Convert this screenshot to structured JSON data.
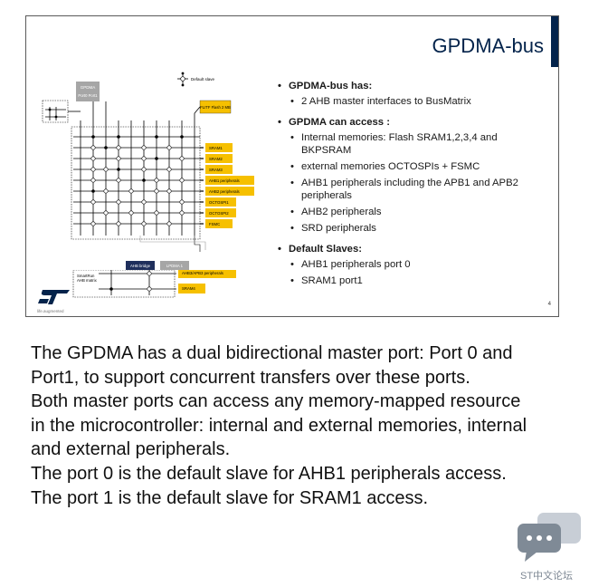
{
  "slide": {
    "title": "GPDMA-bus",
    "page_number": "4",
    "logo_tagline": "life.augmented",
    "sections": [
      {
        "heading": "GPDMA-bus has:",
        "items": [
          "2 AHB master interfaces to BusMatrix"
        ]
      },
      {
        "heading": "GPDMA can access :",
        "items": [
          "Internal memories: Flash SRAM1,2,3,4 and BKPSRAM",
          "external memories OCTOSPIs  + FSMC",
          "AHB1 peripherals including the APB1 and APB2 peripherals",
          "AHB2 peripherals",
          "SRD peripherals"
        ]
      },
      {
        "heading": "Default Slaves:",
        "items": [
          "AHB1 peripherals port 0",
          "SRAM1 port1"
        ]
      }
    ],
    "diagram": {
      "legend": "Default slave",
      "gpdma_label": "GPDMA",
      "port_labels": "Port0 Port1",
      "flash_label": "FLITF Flash 2 MB",
      "slaves": [
        "SRAM1",
        "SRAM2",
        "SRAM3",
        "AHB1 peripherals",
        "AHB2 peripherals",
        "OCTOSPI1",
        "OCTOSPI2",
        "FSMC"
      ],
      "ahb_bridge": "AHB bridge",
      "lpdma": "LPDMA 1",
      "smartrun_label_1": "SmartRun",
      "smartrun_label_2": "AHB matrix",
      "srd_slaves": [
        "AHB3/APB3 peripherals",
        "SRAM4"
      ]
    }
  },
  "notes": [
    "The GPDMA has a dual bidirectional master port: Port 0 and Port1, to support concurrent transfers over these ports.",
    "Both master ports can access any memory-mapped resource in the microcontroller: internal and external memories, internal and external peripherals.",
    "The port 0 is the default slave for AHB1 peripherals access.",
    "The port 1 is the default slave for SRAM1 access."
  ],
  "forum_label": "ST中文论坛",
  "colors": {
    "slave_yellow": "#f6c000",
    "st_blue": "#03234b",
    "gray_box": "#a6a6a6",
    "bridge_navy": "#1f2f5c"
  }
}
